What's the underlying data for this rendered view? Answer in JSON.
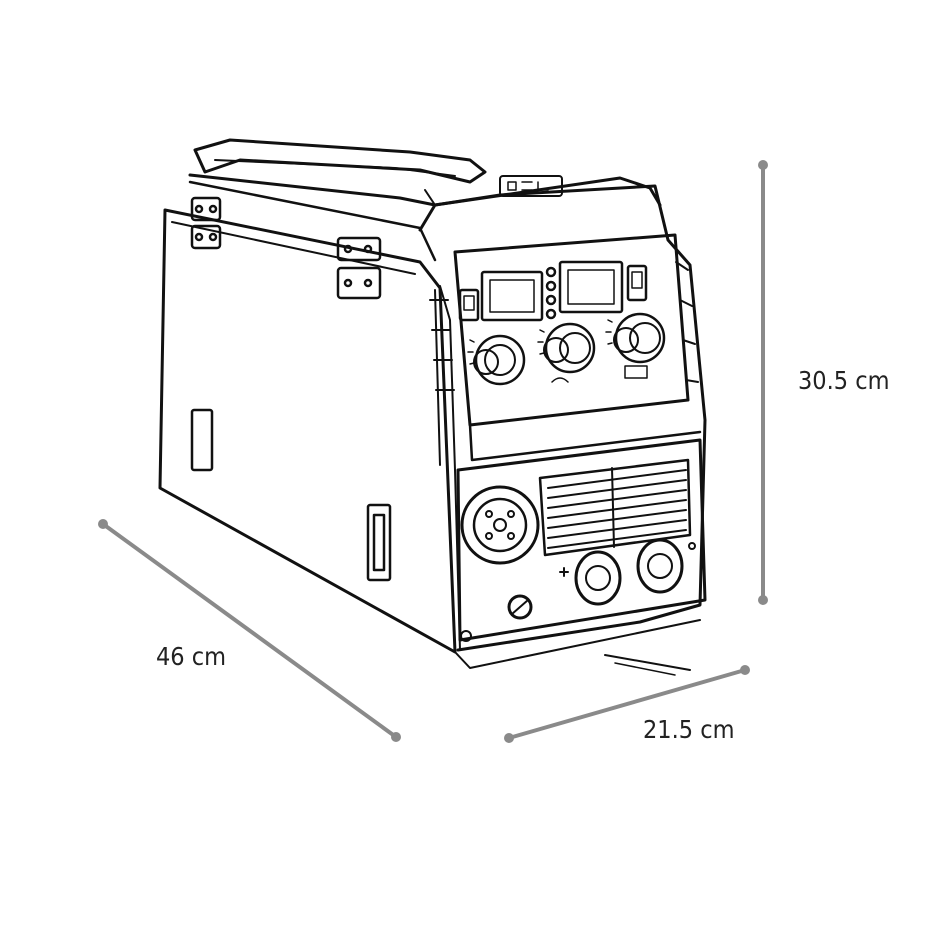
{
  "dimensions": {
    "height": "30.5 cm",
    "depth": "46 cm",
    "width": "21.5 cm"
  },
  "colors": {
    "dimension_line": "#8a8a8a",
    "ink": "#111111",
    "background": "#ffffff"
  }
}
